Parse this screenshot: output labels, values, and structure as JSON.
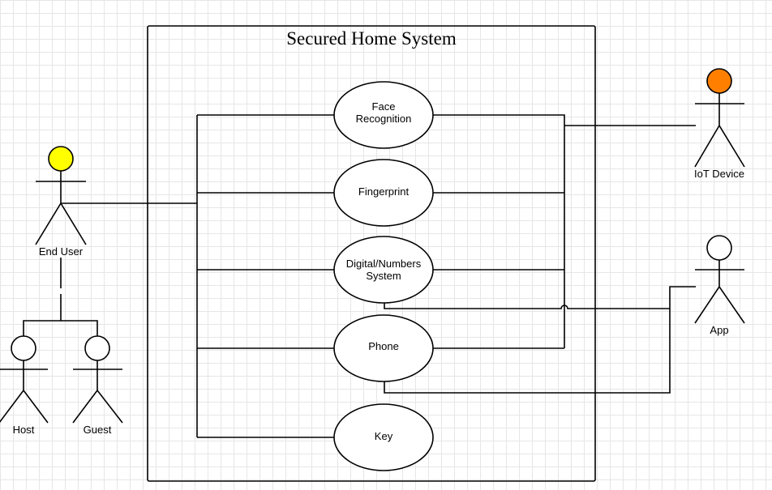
{
  "system": {
    "title": "Secured Home System"
  },
  "use_cases": [
    {
      "id": "face",
      "lines": [
        "Face",
        "Recognition"
      ]
    },
    {
      "id": "finger",
      "lines": [
        "Fingerprint"
      ]
    },
    {
      "id": "digital",
      "lines": [
        "Digital/Numbers",
        "System"
      ]
    },
    {
      "id": "phone",
      "lines": [
        "Phone"
      ]
    },
    {
      "id": "key",
      "lines": [
        "Key"
      ]
    }
  ],
  "actors": {
    "end_user": {
      "label": "End User",
      "head_color": "#ffff00"
    },
    "host": {
      "label": "Host",
      "head_color": "#ffffff"
    },
    "guest": {
      "label": "Guest",
      "head_color": "#ffffff"
    },
    "iot": {
      "label": "IoT Device",
      "head_color": "#ff8000"
    },
    "app": {
      "label": "App",
      "head_color": "#ffffff"
    }
  }
}
